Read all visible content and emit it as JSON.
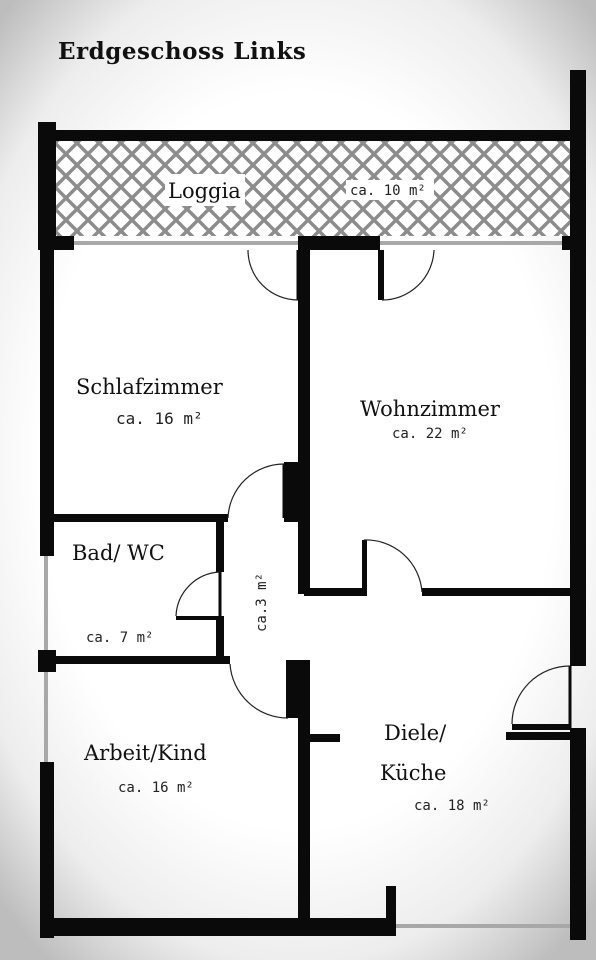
{
  "title": "Erdgeschoss Links",
  "rooms": {
    "loggia": {
      "name": "Loggia",
      "area": "ca. 10 m²"
    },
    "schlafzimmer": {
      "name": "Schlafzimmer",
      "area": "ca. 16 m²"
    },
    "wohnzimmer": {
      "name": "Wohnzimmer",
      "area": "ca. 22 m²"
    },
    "bad": {
      "name": "Bad/ WC",
      "area": "ca. 7 m²"
    },
    "flur": {
      "area": "ca.3 m²"
    },
    "arbeit": {
      "name": "Arbeit/Kind",
      "area": "ca. 16 m²"
    },
    "diele": {
      "name_line1": "Diele/",
      "name_line2": "Küche",
      "area": "ca. 18 m²"
    }
  },
  "colors": {
    "wall": "#0a0a0a",
    "hatch": "#8c8c8c",
    "window": "#a8a8a8"
  }
}
